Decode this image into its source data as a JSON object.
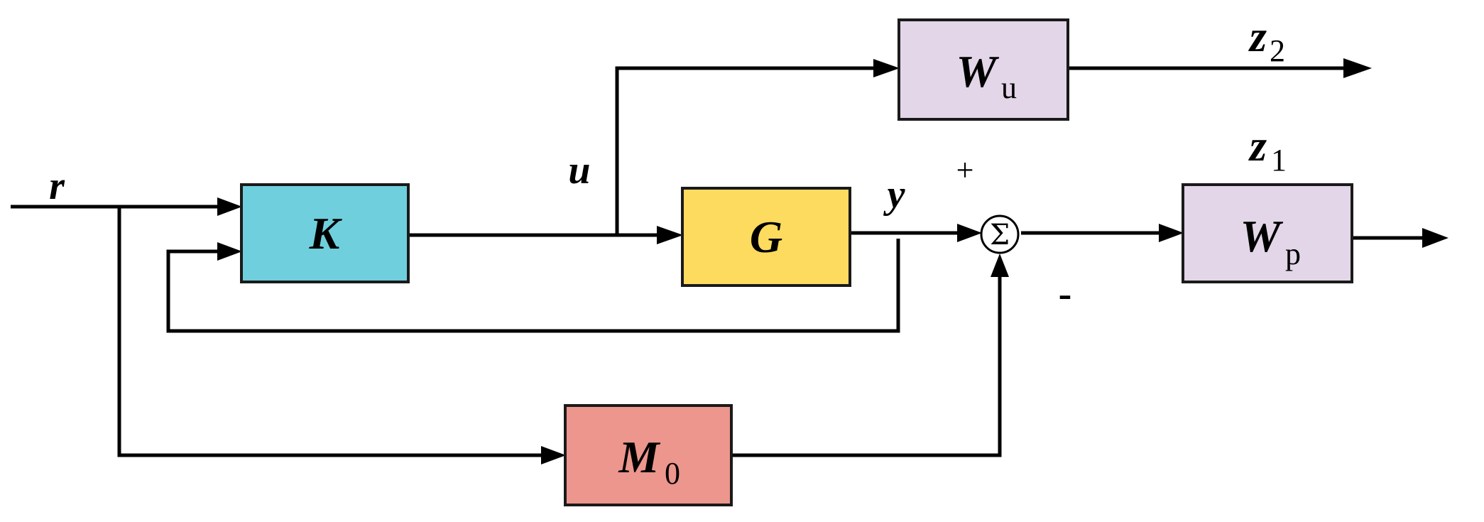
{
  "blocks": {
    "K": {
      "label": "K",
      "color": "#6fcfdc"
    },
    "G": {
      "label": "G",
      "color": "#fddb5e"
    },
    "Wu": {
      "label": "W",
      "sub": "u",
      "color": "#e2d6e8"
    },
    "Wp": {
      "label": "W",
      "sub": "p",
      "color": "#e2d6e8"
    },
    "M0": {
      "label": "M",
      "sub": "0",
      "color": "#ec968d"
    }
  },
  "signals": {
    "r": "r",
    "u": "u",
    "y": "y",
    "z2": {
      "label": "z",
      "sub": "2"
    },
    "z1": {
      "label": "z",
      "sub": "1"
    }
  },
  "summing_junction": {
    "symbol": "Σ",
    "plus": "+",
    "minus": "-"
  }
}
